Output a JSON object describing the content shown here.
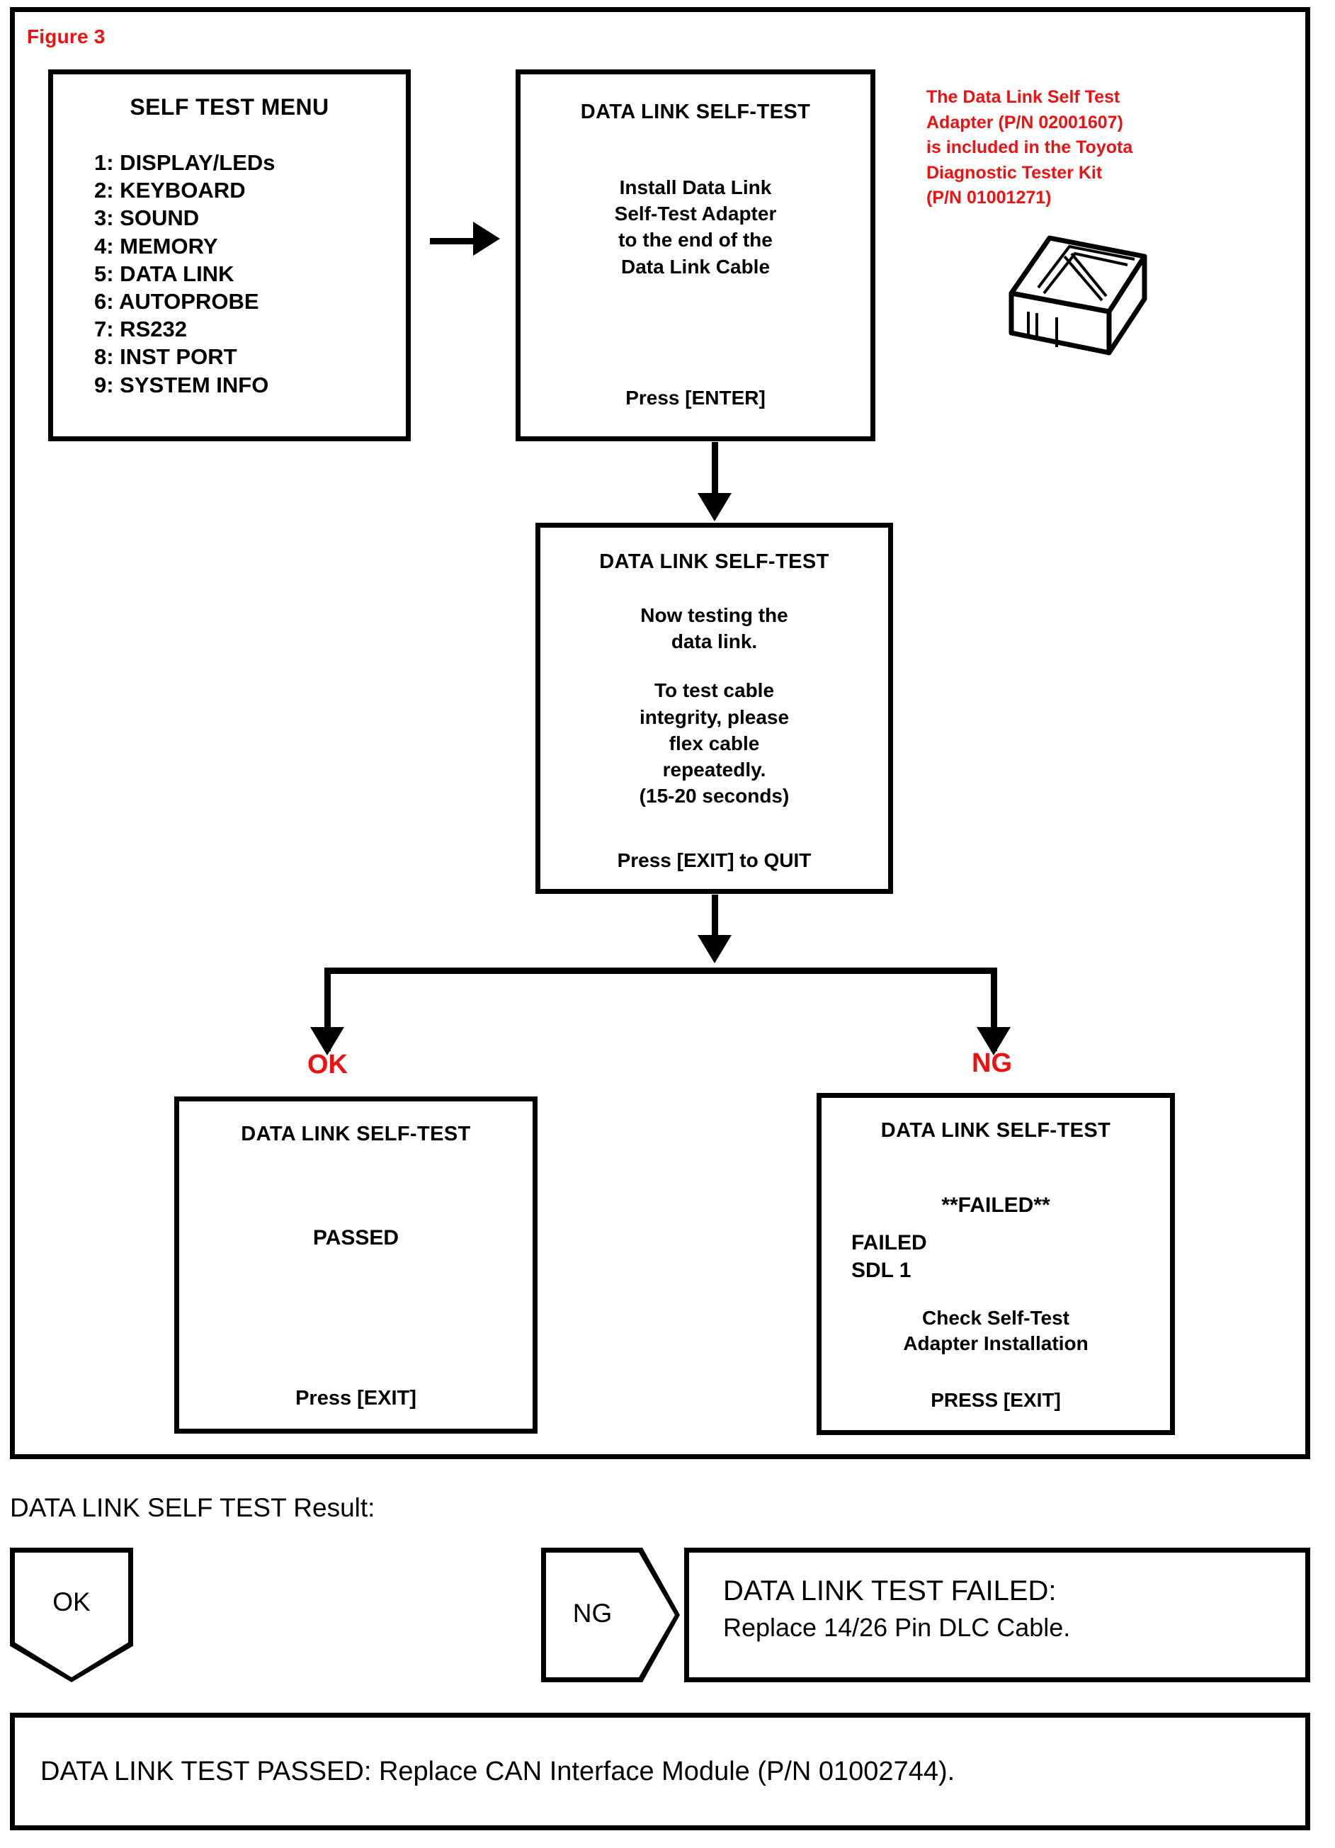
{
  "figure": {
    "label": "Figure 3"
  },
  "menu_screen": {
    "title": "SELF TEST MENU",
    "items": [
      {
        "label": "1: DISPLAY/LEDs",
        "selected": false
      },
      {
        "label": "2: KEYBOARD",
        "selected": false
      },
      {
        "label": "3: SOUND",
        "selected": false
      },
      {
        "label": "4: MEMORY",
        "selected": false
      },
      {
        "label": "5: DATA LINK",
        "selected": true
      },
      {
        "label": "6: AUTOPROBE",
        "selected": false
      },
      {
        "label": "7: RS232",
        "selected": false
      },
      {
        "label": "8: INST PORT",
        "selected": false
      },
      {
        "label": "9: SYSTEM INFO",
        "selected": false
      }
    ]
  },
  "install_screen": {
    "title": "DATA LINK SELF-TEST",
    "line1": "Install Data Link",
    "line2": "Self-Test Adapter",
    "line3": "to the end of the",
    "line4": "Data Link Cable",
    "footer": "Press [ENTER]"
  },
  "testing_screen": {
    "title": "DATA LINK SELF-TEST",
    "line1": "Now testing the",
    "line2": "data link.",
    "line3": "To test cable",
    "line4": "integrity, please",
    "line5": "flex cable",
    "line6": "repeatedly.",
    "line7": "(15-20 seconds)",
    "footer": "Press [EXIT] to QUIT"
  },
  "passed_screen": {
    "title": "DATA LINK SELF-TEST",
    "result": "PASSED",
    "footer": "Press [EXIT]"
  },
  "failed_screen": {
    "title": "DATA LINK SELF-TEST",
    "result": "**FAILED**",
    "code_line1": "FAILED",
    "code_line2": "SDL 1",
    "advice_line1": "Check Self-Test",
    "advice_line2": "Adapter Installation",
    "footer": "PRESS [EXIT]"
  },
  "red_note": {
    "line1": "The Data Link Self Test",
    "line2": "Adapter (P/N 02001607)",
    "line3": "is included in the Toyota",
    "line4": "Diagnostic Tester Kit",
    "line5": "(P/N 01001271)"
  },
  "branches": {
    "ok_label": "OK",
    "ng_label": "NG"
  },
  "result_section": {
    "heading": "DATA LINK SELF TEST Result:",
    "ok_label": "OK",
    "ng_label": "NG",
    "fail_line1": "DATA LINK TEST FAILED:",
    "fail_line2": "Replace 14/26 Pin DLC Cable.",
    "passed_line": "DATA LINK TEST PASSED: Replace CAN Interface Module (P/N 01002744)."
  },
  "colors": {
    "accent_red": "#ee1111",
    "ink": "#000000",
    "paper": "#ffffff"
  },
  "icons": {
    "adapter": "data-link-self-test-adapter-icon"
  }
}
